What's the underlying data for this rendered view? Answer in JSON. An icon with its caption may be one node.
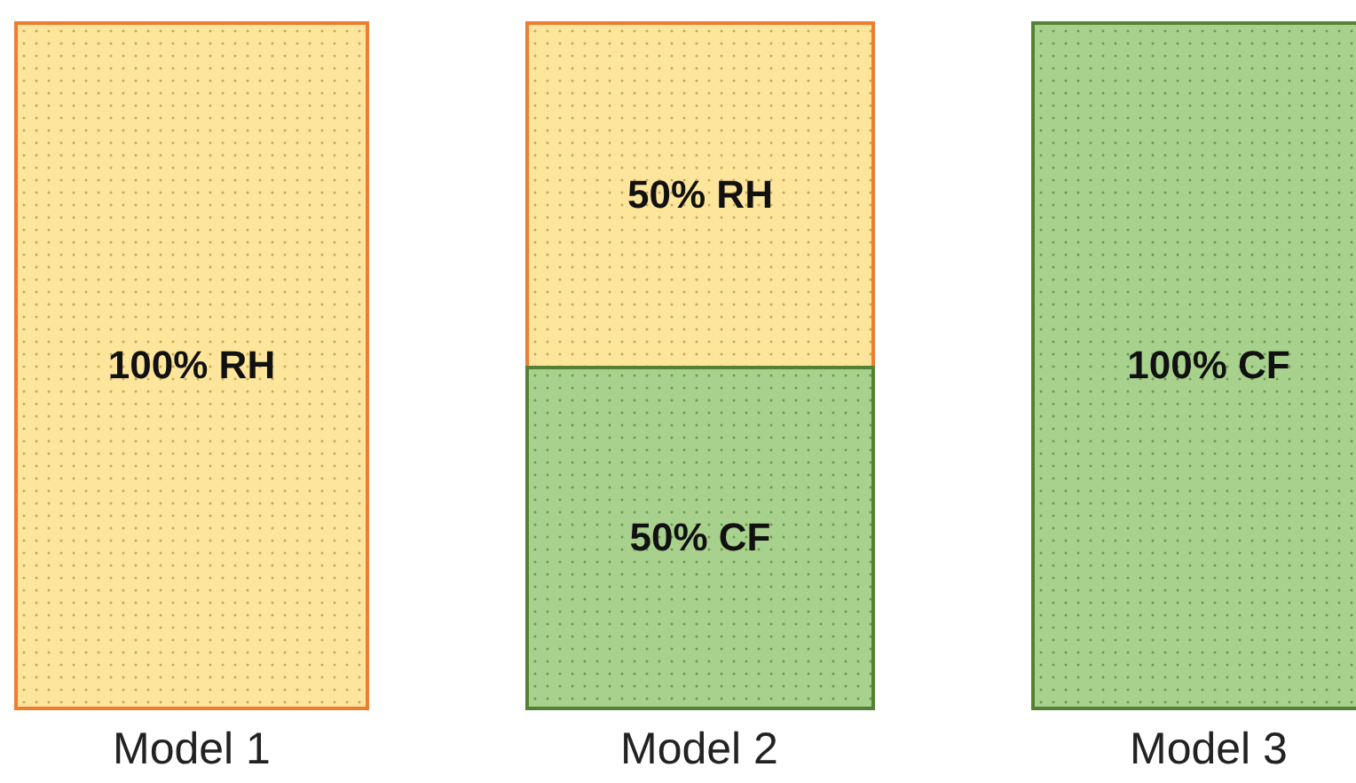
{
  "diagram": {
    "nodes": [
      {
        "text": [
          "100% RH"
        ]
      },
      {
        "text": [
          "50% RH"
        ]
      },
      {
        "text": [
          "50% CF"
        ]
      },
      {
        "text": [
          "100% CF"
        ]
      }
    ],
    "labels": [
      "Model 1",
      "Model 2",
      "Model 3"
    ]
  }
}
